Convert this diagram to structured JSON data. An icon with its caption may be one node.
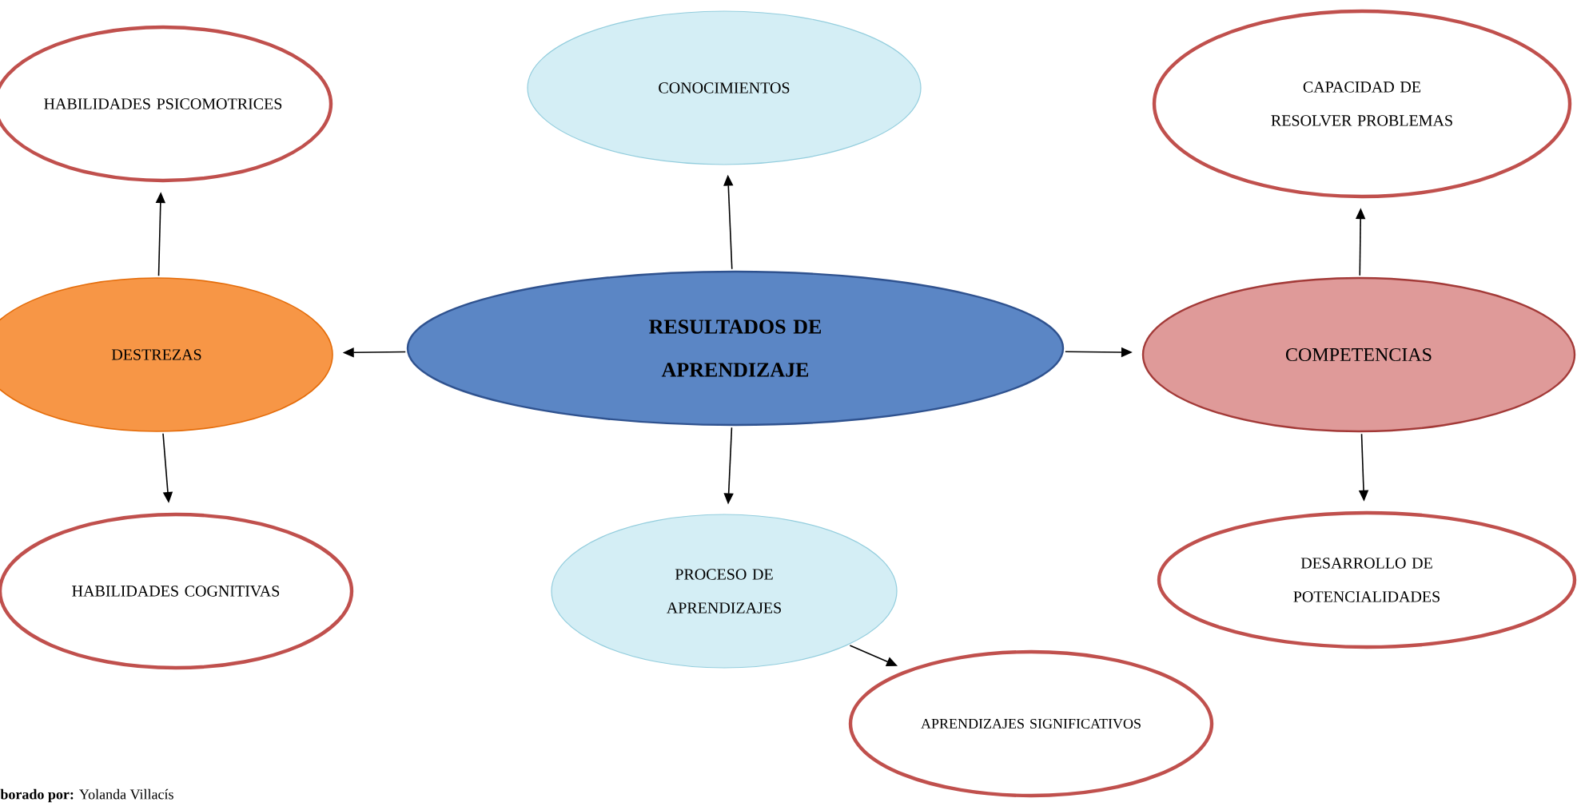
{
  "diagram": {
    "caption": "**borado por:** Yolanda Villacís",
    "nodes": [
      {
        "text": [
          "HABILIDADES PSICOMOTRICES"
        ]
      },
      {
        "text": [
          "CONOCIMIENTOS"
        ]
      },
      {
        "text": [
          "CAPACIDAD DE RESOLVER PROBLEMAS"
        ]
      },
      {
        "text": [
          "DESTREZAS"
        ]
      },
      {
        "text": [
          "RESULTADOS DE APRENDIZAJE"
        ]
      },
      {
        "text": [
          "COMPETENCIAS"
        ]
      },
      {
        "text": [
          "HABILIDADES COGNITIVAS"
        ]
      },
      {
        "text": [
          "PROCESO DE APRENDIZAJES"
        ]
      },
      {
        "text": [
          "DESARROLLO DE POTENCIALIDADES"
        ]
      },
      {
        "text": [
          "APRENDIZAJES SIGNIFICATIVOS"
        ]
      }
    ],
    "edges": [
      {
        "from": 4,
        "to": 1,
        "arrow": "to"
      },
      {
        "from": 4,
        "to": 3,
        "arrow": "to"
      },
      {
        "from": 4,
        "to": 5,
        "arrow": "to"
      },
      {
        "from": 4,
        "to": 7,
        "arrow": "to"
      },
      {
        "from": 3,
        "to": 0,
        "arrow": "to"
      },
      {
        "from": 3,
        "to": 6,
        "arrow": "to"
      },
      {
        "from": 5,
        "to": 2,
        "arrow": "to"
      },
      {
        "from": 5,
        "to": 8,
        "arrow": "to"
      },
      {
        "from": 7,
        "to": 9,
        "arrow": "to"
      }
    ]
  }
}
